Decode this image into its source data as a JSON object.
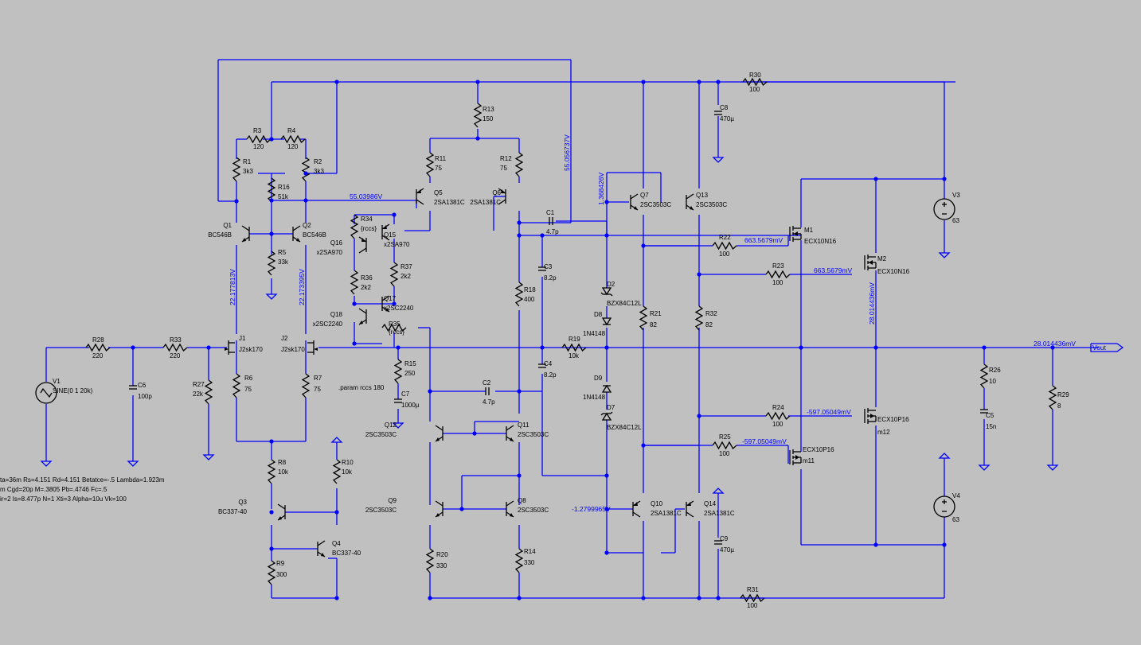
{
  "colors": {
    "background": "#c0c0c0",
    "wire": "#0000ff",
    "component": "#000000"
  },
  "components": {
    "R28": {
      "name": "R28",
      "value": "220"
    },
    "R33": {
      "name": "R33",
      "value": "220"
    },
    "R27": {
      "name": "R27",
      "value": "22k"
    },
    "C6": {
      "name": "C6",
      "value": "100p"
    },
    "V1": {
      "name": "V1",
      "value": "SINE(0 1 20k)"
    },
    "R3": {
      "name": "R3",
      "value": "120"
    },
    "R4": {
      "name": "R4",
      "value": "120"
    },
    "R1": {
      "name": "R1",
      "value": "3k3"
    },
    "R2": {
      "name": "R2",
      "value": "3k3"
    },
    "R16": {
      "name": "R16",
      "value": "51k"
    },
    "R5": {
      "name": "R5",
      "value": "33k"
    },
    "Q1": {
      "name": "Q1",
      "value": "BC546B"
    },
    "Q2": {
      "name": "Q2",
      "value": "BC546B"
    },
    "J1": {
      "name": "J1",
      "value": "J2sk170"
    },
    "J2": {
      "name": "J2",
      "value": "J2sk170"
    },
    "R6": {
      "name": "R6",
      "value": "75"
    },
    "R7": {
      "name": "R7",
      "value": "75"
    },
    "R8": {
      "name": "R8",
      "value": "10k"
    },
    "R10": {
      "name": "R10",
      "value": "10k"
    },
    "Q3": {
      "name": "Q3",
      "value": "BC337-40"
    },
    "Q4": {
      "name": "Q4",
      "value": "BC337-40"
    },
    "R9": {
      "name": "R9",
      "value": "300"
    },
    "R13": {
      "name": "R13",
      "value": "150"
    },
    "R11": {
      "name": "R11",
      "value": "75"
    },
    "R12": {
      "name": "R12",
      "value": "75"
    },
    "Q5": {
      "name": "Q5",
      "value": "2SA1381C"
    },
    "Q6": {
      "name": "Q6",
      "value": "2SA1381C"
    },
    "C1": {
      "name": "C1",
      "value": "4.7p"
    },
    "C3": {
      "name": "C3",
      "value": "8.2p"
    },
    "C4": {
      "name": "C4",
      "value": "8.2p"
    },
    "R18": {
      "name": "R18",
      "value": "400"
    },
    "R34": {
      "name": "R34",
      "value": "{rccs}"
    },
    "Q15": {
      "name": "Q15",
      "value": "x2SA970"
    },
    "Q16": {
      "name": "Q16",
      "value": "x2SA970"
    },
    "R36": {
      "name": "R36",
      "value": "2k2"
    },
    "R37": {
      "name": "R37",
      "value": "2k2"
    },
    "Q17": {
      "name": "Q17",
      "value": "x2SC2240"
    },
    "Q18": {
      "name": "Q18",
      "value": "x2SC2240"
    },
    "R35": {
      "name": "R35",
      "value": "{rccs}"
    },
    "R15": {
      "name": "R15",
      "value": "250"
    },
    "C7": {
      "name": "C7",
      "value": "1000µ"
    },
    "C2": {
      "name": "C2",
      "value": "4.7p"
    },
    "Q12": {
      "name": "Q12",
      "value": "2SC3503C"
    },
    "Q11": {
      "name": "Q11",
      "value": "2SC3503C"
    },
    "Q9": {
      "name": "Q9",
      "value": "2SC3503C"
    },
    "Q8": {
      "name": "Q8",
      "value": "2SC3503C"
    },
    "R20": {
      "name": "R20",
      "value": "330"
    },
    "R14": {
      "name": "R14",
      "value": "330"
    },
    "R19": {
      "name": "R19",
      "value": "10k"
    },
    "D2": {
      "name": "D2",
      "value": "BZX84C12L"
    },
    "D8": {
      "name": "D8",
      "value": "1N4148"
    },
    "D9": {
      "name": "D9",
      "value": "1N4148"
    },
    "D7": {
      "name": "D7",
      "value": "BZX84C12L"
    },
    "Q7": {
      "name": "Q7",
      "value": "2SC3503C"
    },
    "Q13": {
      "name": "Q13",
      "value": "2SC3503C"
    },
    "Q10": {
      "name": "Q10",
      "value": "2SA1381C"
    },
    "Q14": {
      "name": "Q14",
      "value": "2SA1381C"
    },
    "R21": {
      "name": "R21",
      "value": "82"
    },
    "R32": {
      "name": "R32",
      "value": "82"
    },
    "R30": {
      "name": "R30",
      "value": "100"
    },
    "R31": {
      "name": "R31",
      "value": "100"
    },
    "C8": {
      "name": "C8",
      "value": "470µ"
    },
    "C9": {
      "name": "C9",
      "value": "470µ"
    },
    "R22": {
      "name": "R22",
      "value": "100"
    },
    "R23": {
      "name": "R23",
      "value": "100"
    },
    "R24": {
      "name": "R24",
      "value": "100"
    },
    "R25": {
      "name": "R25",
      "value": "100"
    },
    "M1": {
      "name": "M1",
      "value": "ECX10N16"
    },
    "M2": {
      "name": "M2",
      "value": "ECX10N16"
    },
    "m12": {
      "name": "m12",
      "value": "ECX10P16"
    },
    "m11": {
      "name": "m11",
      "value": "ECX10P16"
    },
    "V3": {
      "name": "V3",
      "value": "63"
    },
    "V4": {
      "name": "V4",
      "value": "63"
    },
    "R26": {
      "name": "R26",
      "value": "10"
    },
    "C5": {
      "name": "C5",
      "value": "15n"
    },
    "R29": {
      "name": "R29",
      "value": "8"
    }
  },
  "net_labels": {
    "q1_collector": "22.177813V",
    "q2_collector": "22.173395V",
    "q5_base": "55.03986V",
    "q6_collector": "55.056737V",
    "q7_base": "1.368426V",
    "q10_base": "-1.2799965V",
    "m1_gate": "663.5679mV",
    "m2_gate": "663.5679mV",
    "m12_gate": "-597.05049mV",
    "m11_gate": "-597.05049mV",
    "mosfet_source": "28.014436mV",
    "output": "28.014436mV",
    "vout": "Vout"
  },
  "directives": {
    "param": ".param rccs 180",
    "model_line1": "ta=36m Rs=4.151 Rd=4.151 Betatce=-.5 Lambda=1.923m",
    "model_line2": "m Cgd=20p M=.3805 Pb=.4746 Fc=.5",
    "model_line3": "ir=2 Is=8.477p N=1 Xti=3 Alpha=10u Vk=100"
  }
}
